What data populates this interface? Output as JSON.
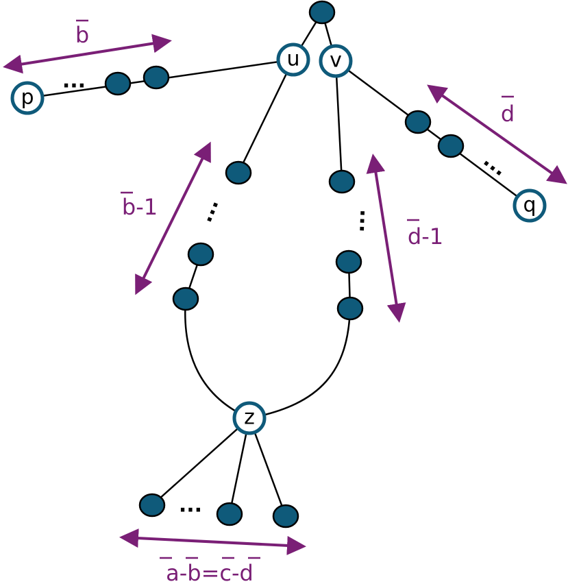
{
  "colors": {
    "node_fill": "#0f5a7a",
    "node_ring": "#0f5a7a",
    "edge": "#000000",
    "annotation": "#7a1f76"
  },
  "nodes": {
    "u": "u",
    "v": "v",
    "p": "p",
    "q": "q",
    "z": "z"
  },
  "ellipsis": "...",
  "annotations": {
    "b": {
      "text": "b"
    },
    "d": {
      "text": "d"
    },
    "b_minus_1": {
      "text": "b-1"
    },
    "d_minus_1": {
      "text": "d-1"
    },
    "bottom": {
      "text": "a-b=c-d"
    }
  }
}
